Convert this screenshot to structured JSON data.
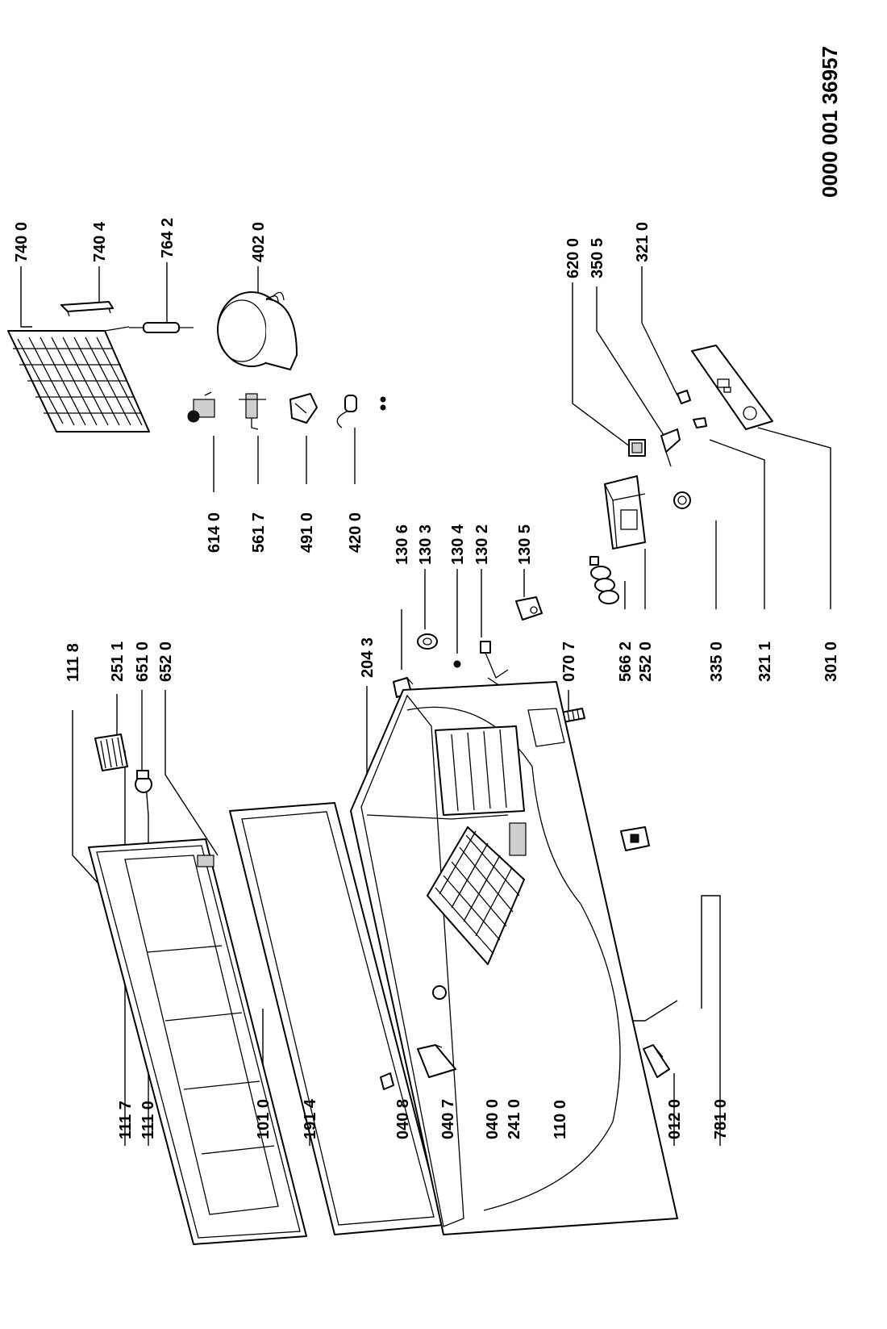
{
  "document": {
    "number": "0000 001 36957"
  },
  "labels": {
    "p1117": "111 7",
    "p1110": "111 0",
    "p1010": "101 0",
    "p1914": "191 4",
    "p0408": "040 8",
    "p0407": "040 7",
    "p0400": "040 0",
    "p2410": "241 0",
    "p1100": "110 0",
    "p0120": "012 0",
    "p7810": "781 0",
    "p1118": "111 8",
    "p2511": "251 1",
    "p6510": "651 0",
    "p6520": "652 0",
    "p2043": "204 3",
    "p0707": "070 7",
    "p1306": "130 6",
    "p1303": "130 3",
    "p1304": "130 4",
    "p1302": "130 2",
    "p1305": "130 5",
    "p5662": "566 2",
    "p2520": "252 0",
    "p3350": "335 0",
    "p3211": "321 1",
    "p3010": "301 0",
    "p6140": "614 0",
    "p5617": "561 7",
    "p4910": "491 0",
    "p4200": "420 0",
    "p6200": "620 0",
    "p3505": "350 5",
    "p3210": "321 0",
    "p7400": "740 0",
    "p7404": "740 4",
    "p7642": "764 2",
    "p4020": "402 0"
  }
}
